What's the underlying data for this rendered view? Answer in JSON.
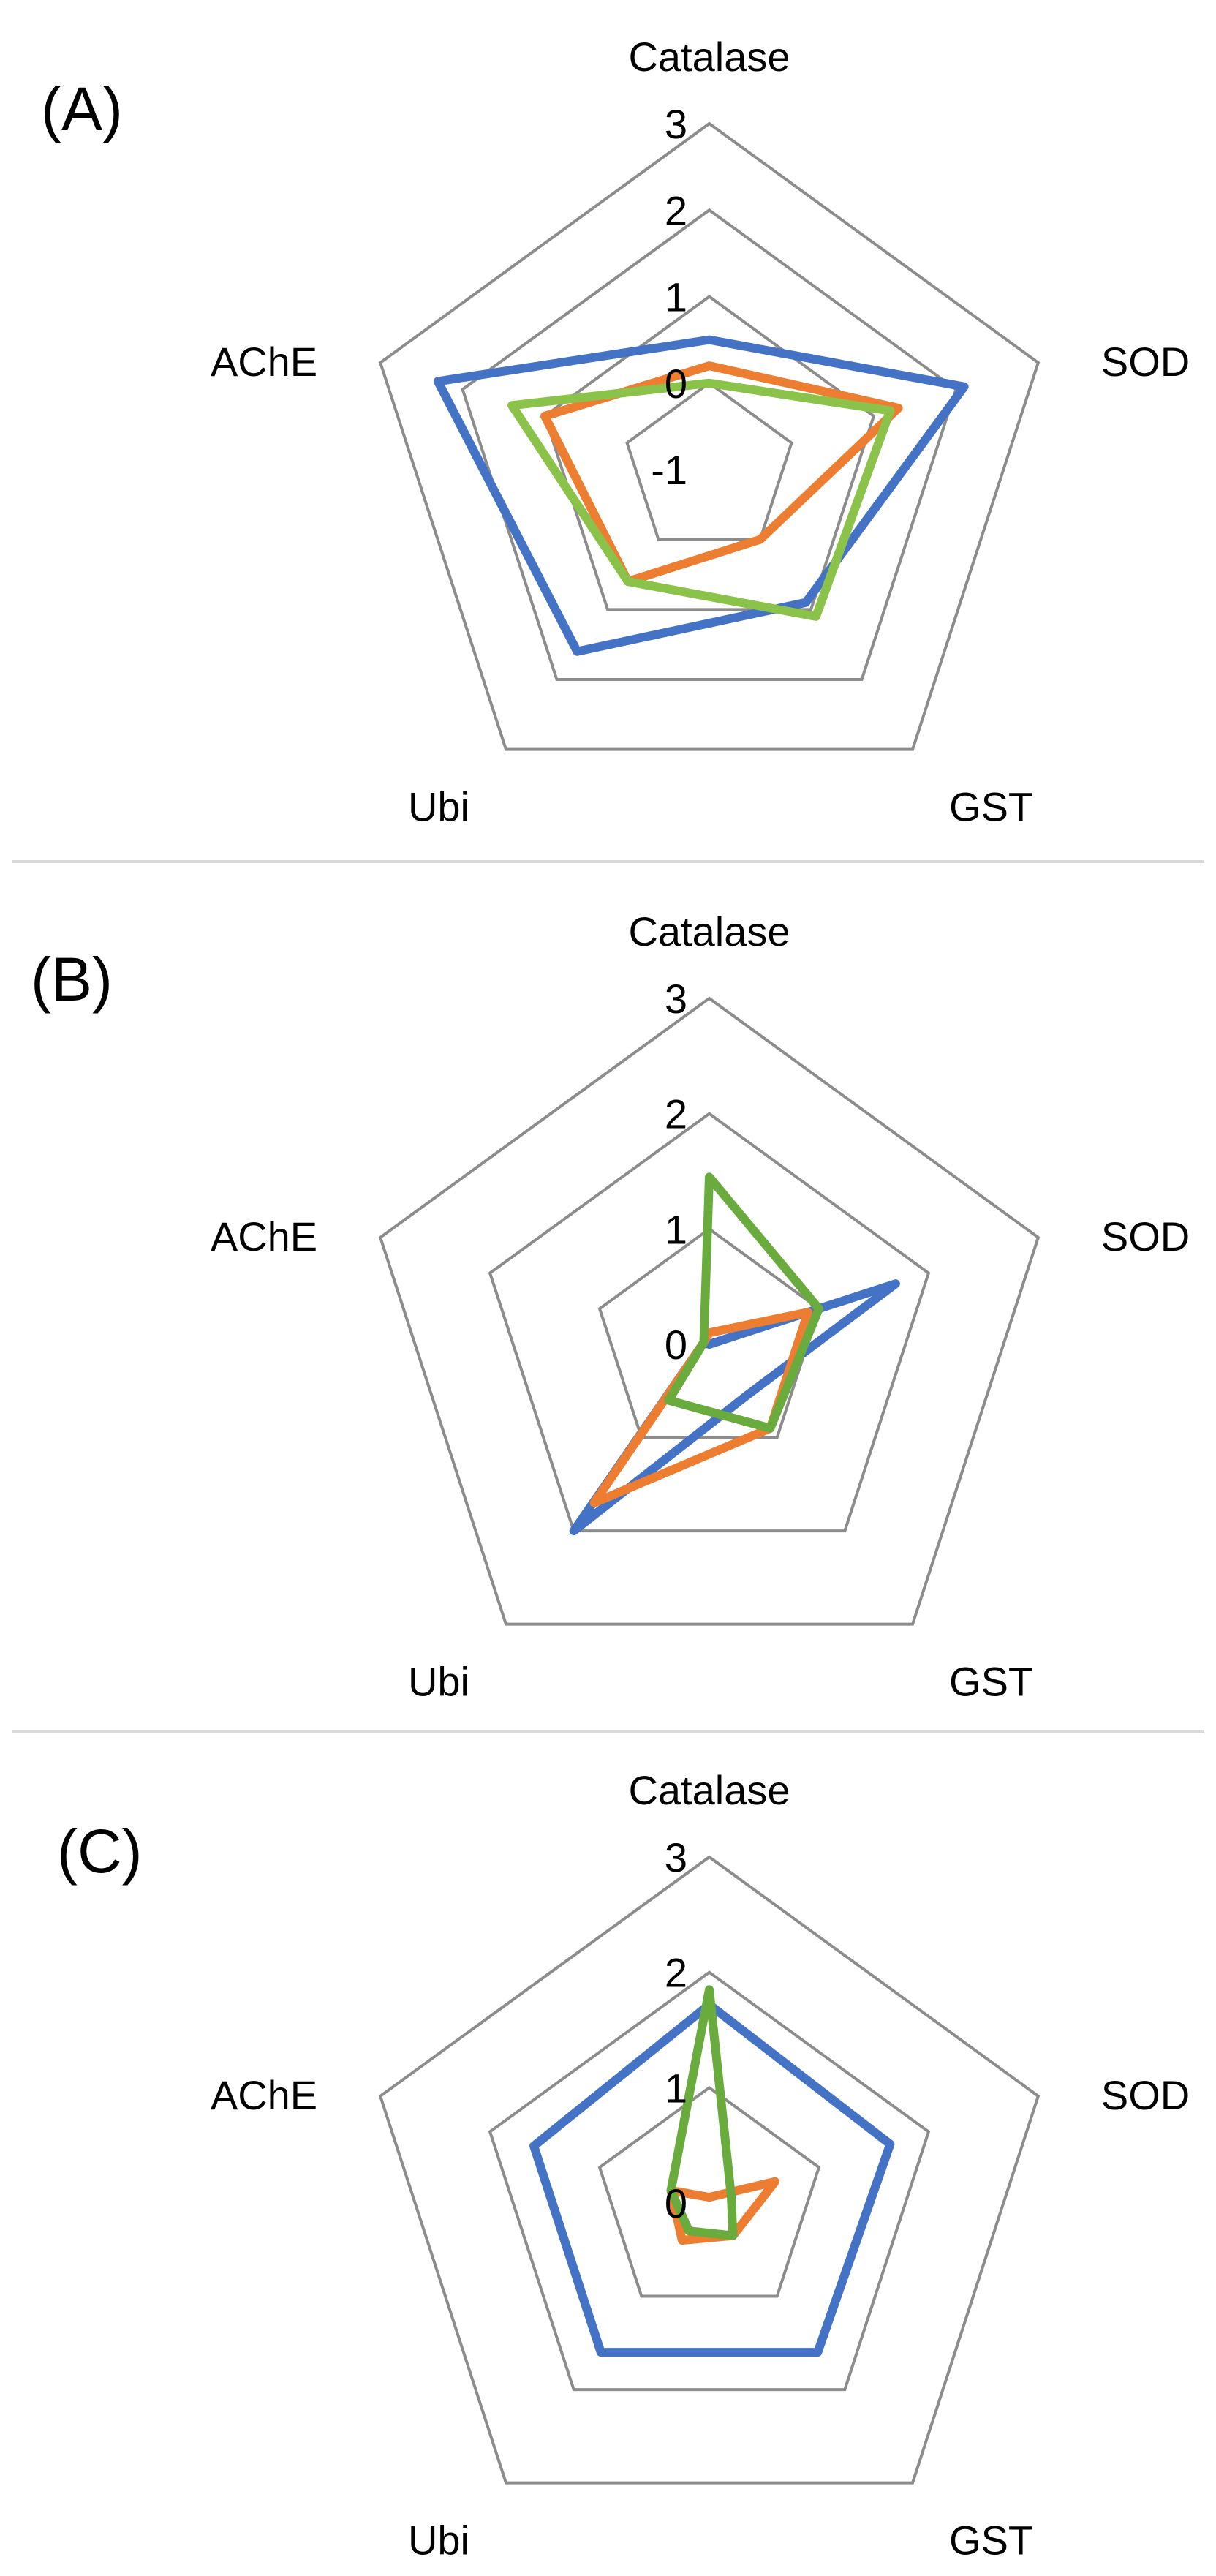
{
  "chart_data": [
    {
      "type": "radar",
      "panel": "(A)",
      "categories": [
        "Catalase",
        "SOD",
        "GST",
        "Ubi",
        "AChE"
      ],
      "ticks": [
        "-1",
        "0",
        "1",
        "2",
        "3"
      ],
      "rlim": [
        -1,
        3
      ],
      "grid": true,
      "series": [
        {
          "color": "#4472C4",
          "values": [
            0.5,
            2.1,
            0.9,
            1.6,
            2.3
          ]
        },
        {
          "color": "#ED7D31",
          "values": [
            0.2,
            1.3,
            0.0,
            0.6,
            1.0
          ]
        },
        {
          "color": "#8BC34A",
          "values": [
            0.0,
            1.2,
            1.1,
            0.6,
            1.4
          ]
        }
      ]
    },
    {
      "type": "radar",
      "panel": "(B)",
      "categories": [
        "Catalase",
        "SOD",
        "GST",
        "Ubi",
        "AChE"
      ],
      "ticks": [
        "0",
        "1",
        "2",
        "3"
      ],
      "rlim": [
        0,
        3
      ],
      "grid": true,
      "series": [
        {
          "color": "#4472C4",
          "values": [
            0.0,
            1.7,
            0.55,
            2.0,
            0.05
          ]
        },
        {
          "color": "#ED7D31",
          "values": [
            0.1,
            0.9,
            0.9,
            1.7,
            0.05
          ]
        },
        {
          "color": "#6AAB3E",
          "values": [
            1.45,
            1.0,
            0.9,
            0.6,
            0.05
          ]
        }
      ]
    },
    {
      "type": "radar",
      "panel": "(C)",
      "categories": [
        "Catalase",
        "SOD",
        "GST",
        "Ubi",
        "AChE"
      ],
      "ticks": [
        "0",
        "1",
        "2",
        "3"
      ],
      "rlim": [
        0,
        3
      ],
      "grid": true,
      "series": [
        {
          "color": "#4472C4",
          "values": [
            1.72,
            1.65,
            1.6,
            1.6,
            1.6
          ]
        },
        {
          "color": "#ED7D31",
          "values": [
            0.05,
            0.6,
            0.35,
            0.4,
            0.35
          ]
        },
        {
          "color": "#6AAB3E",
          "values": [
            1.85,
            0.2,
            0.35,
            0.3,
            0.35
          ]
        }
      ]
    }
  ]
}
